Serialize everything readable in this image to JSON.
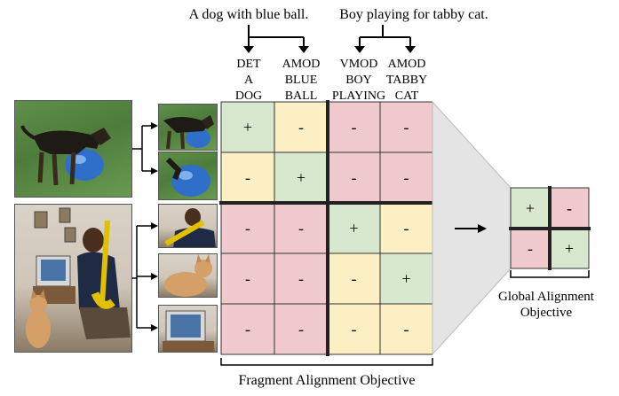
{
  "captions": {
    "sentence_1": "A dog with blue ball.",
    "sentence_2": "Boy playing for tabby cat."
  },
  "fragments": [
    {
      "line1": "DET",
      "line2": "A",
      "line3": "DOG"
    },
    {
      "line1": "AMOD",
      "line2": "BLUE",
      "line3": "BALL"
    },
    {
      "line1": "VMOD",
      "line2": "BOY",
      "line3": "PLAYING"
    },
    {
      "line1": "AMOD",
      "line2": "TABBY",
      "line3": "CAT"
    }
  ],
  "fragment_matrix": [
    [
      "+",
      "-",
      "-",
      "-"
    ],
    [
      "-",
      "+",
      "-",
      "-"
    ],
    [
      "-",
      "-",
      "+",
      "-"
    ],
    [
      "-",
      "-",
      "-",
      "+"
    ],
    [
      "-",
      "-",
      "-",
      "-"
    ]
  ],
  "global_matrix": [
    [
      "+",
      "-"
    ],
    [
      "-",
      "+"
    ]
  ],
  "labels": {
    "fragment_objective": "Fragment Alignment Objective",
    "global_objective_line1": "Global Alignment",
    "global_objective_line2": "Objective"
  },
  "colors": {
    "positive": "#d8e8cf",
    "negative": "#f0c9cc",
    "cross_negative": "#fbefc3",
    "grid_line": "#222222",
    "arrow": "#000000"
  }
}
